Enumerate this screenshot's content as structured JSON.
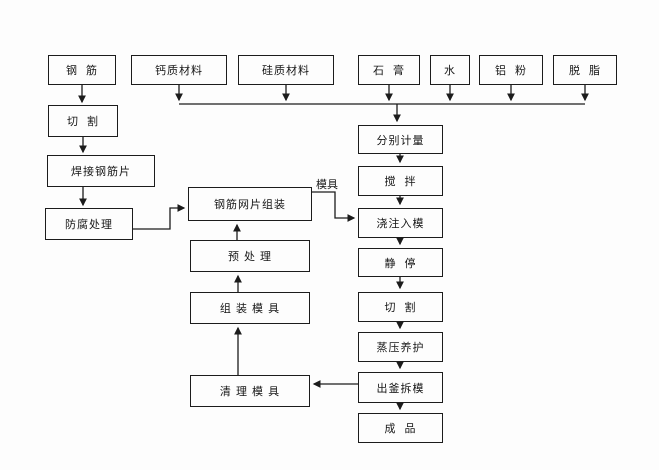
{
  "diagram": {
    "type": "flowchart",
    "language": "zh",
    "description": "Production process flow diagram (scanned document)",
    "colors": {
      "background": "#fdfdfd",
      "line": "#1c1c1c",
      "box_border": "#1c1c1c",
      "text": "#171717"
    },
    "nodes": {
      "steel_bar": "钢  筋",
      "calcium_material": "钙质材料",
      "silicon_material": "硅质材料",
      "gypsum": "石  膏",
      "water": "水",
      "aluminum_powder": "铝  粉",
      "degrease": "脱  脂",
      "steel_cutting": "切  割",
      "welding_mesh": "焊接钢筋片",
      "anticorrosion": "防腐处理",
      "mesh_assembly": "钢筋网片组装",
      "pretreatment": "预 处 理",
      "assemble_mold": "组 装 模 具",
      "clean_mold": "清 理 模 具",
      "measuring": "分别计量",
      "mixing": "搅  拌",
      "pouring": "浇注入模",
      "resting": "静  停",
      "cutting": "切  割",
      "autoclave_curing": "蒸压养护",
      "demolding": "出釜拆模",
      "finished_product": "成  品",
      "mold_label": "模具"
    },
    "edges": [
      {
        "from": "steel_bar",
        "to": "steel_cutting"
      },
      {
        "from": "steel_cutting",
        "to": "welding_mesh"
      },
      {
        "from": "welding_mesh",
        "to": "anticorrosion"
      },
      {
        "from": "anticorrosion",
        "to": "mesh_assembly"
      },
      {
        "from": "pretreatment",
        "to": "mesh_assembly"
      },
      {
        "from": "assemble_mold",
        "to": "pretreatment"
      },
      {
        "from": "clean_mold",
        "to": "assemble_mold"
      },
      {
        "from": "demolding",
        "to": "clean_mold"
      },
      {
        "from": "mesh_assembly",
        "to": "pouring",
        "label": "模具"
      },
      {
        "from": "calcium_material",
        "to": "measuring"
      },
      {
        "from": "silicon_material",
        "to": "measuring"
      },
      {
        "from": "gypsum",
        "to": "measuring"
      },
      {
        "from": "water",
        "to": "measuring"
      },
      {
        "from": "aluminum_powder",
        "to": "measuring"
      },
      {
        "from": "degrease",
        "to": "measuring"
      },
      {
        "from": "measuring",
        "to": "mixing"
      },
      {
        "from": "mixing",
        "to": "pouring"
      },
      {
        "from": "pouring",
        "to": "resting"
      },
      {
        "from": "resting",
        "to": "cutting"
      },
      {
        "from": "cutting",
        "to": "autoclave_curing"
      },
      {
        "from": "autoclave_curing",
        "to": "demolding"
      },
      {
        "from": "demolding",
        "to": "finished_product"
      }
    ]
  }
}
